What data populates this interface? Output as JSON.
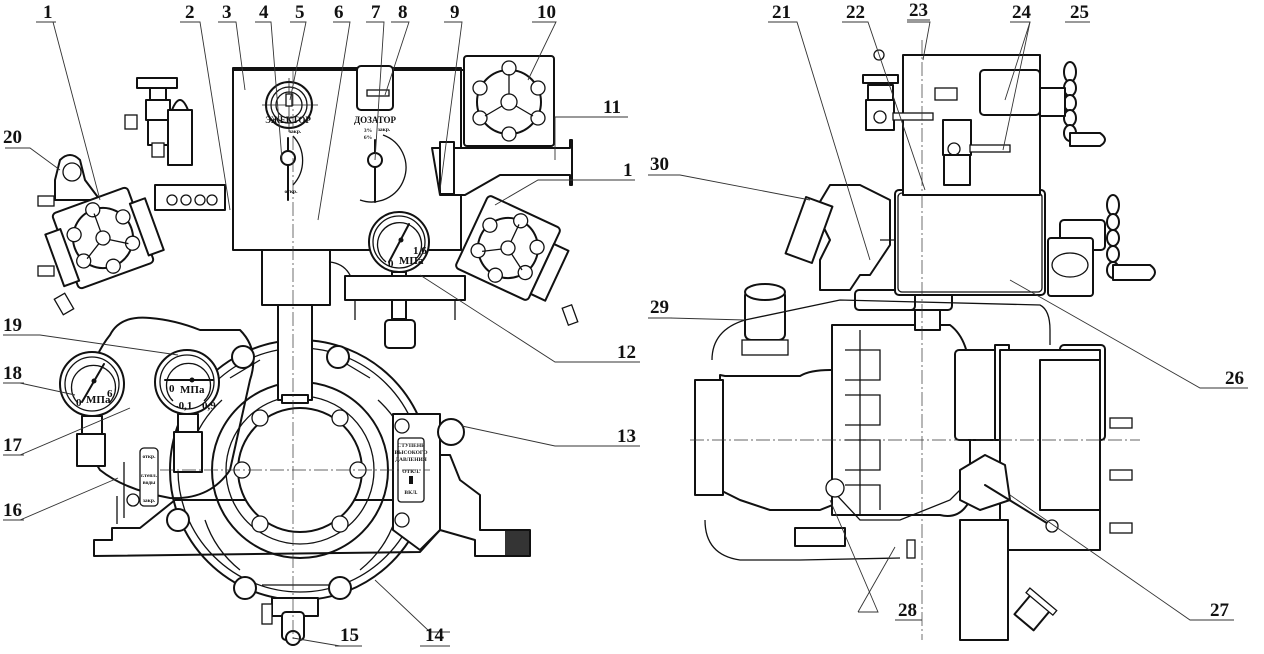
{
  "figure": {
    "title": "Fire pump unit — front and side views with numbered callouts",
    "views": [
      "front-view",
      "side-view"
    ]
  },
  "callouts": {
    "c1a": "1",
    "c2": "2",
    "c3": "3",
    "c4": "4",
    "c5": "5",
    "c6": "6",
    "c7": "7",
    "c8": "8",
    "c9": "9",
    "c10": "10",
    "c11": "11",
    "c1b": "1",
    "c12": "12",
    "c13": "13",
    "c14": "14",
    "c15": "15",
    "c16": "16",
    "c17": "17",
    "c18": "18",
    "c19": "19",
    "c20": "20",
    "c21": "21",
    "c22": "22",
    "c23": "23",
    "c24": "24",
    "c25": "25",
    "c26": "26",
    "c27": "27",
    "c28": "28",
    "c29": "29",
    "c30": "30"
  },
  "panel": {
    "ejector_label": "ЭЖЕКТОР",
    "ejector_closed": "закр.",
    "ejector_open": "откр.",
    "dosator_label": "ДОЗАТОР",
    "dosator_3pct": "3%",
    "dosator_6pct": "6%",
    "dosator_closed": "закр."
  },
  "gauges": {
    "outlet": {
      "unit": "МПа",
      "min": "0",
      "max": "1,6",
      "reading_fraction": 0.35
    },
    "inlet": {
      "unit": "МПа",
      "zero": "0",
      "min": "-0,1",
      "max": "0,9",
      "reading_fraction": 0.0
    },
    "high": {
      "unit": "МПа",
      "min": "0",
      "max": "6",
      "reading_fraction": 0.3
    }
  },
  "high_stage_plate": {
    "line1": "СТУПЕНЬ",
    "line2": "ВЫСОКОГО",
    "line3": "ДАВЛЕНИЯ",
    "off": "ОТКЛ.",
    "on": "ВКЛ."
  },
  "valve_plate": {
    "open": "откр.",
    "mid1": "г.тепл.",
    "mid2": "воды",
    "closed": "закр."
  }
}
